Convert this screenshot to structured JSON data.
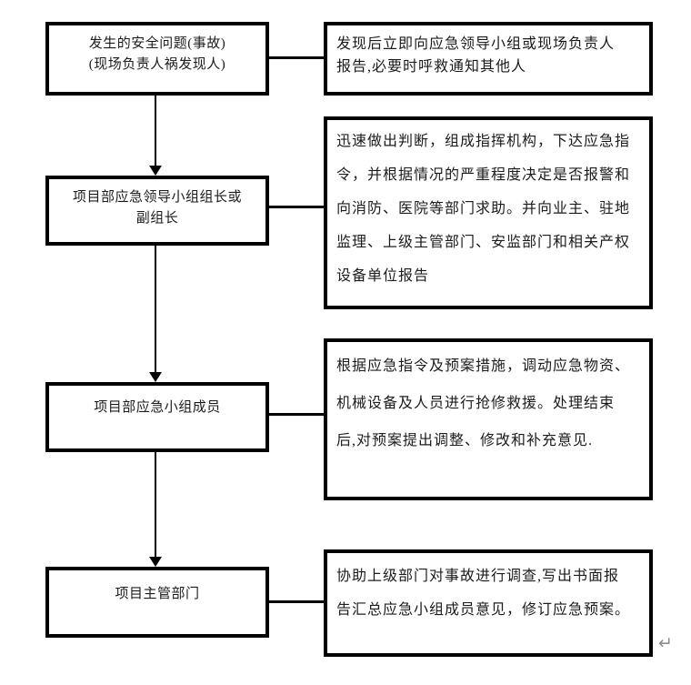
{
  "flow": {
    "steps": [
      {
        "actor": "发生的安全问题(事故)\n(现场负责人祸发现人)",
        "action": "发现后立即向应急领导小组或现场负责人\n报告,必要时呼救通知其他人"
      },
      {
        "actor": "项目部应急领导小组组长或\n副组长",
        "action": "迅速做出判断，组成指挥机构，下达应急指\n令，并根据情况的严重程度决定是否报警和\n向消防、医院等部门求助。并向业主、驻地\n监理、上级主管部门、安监部门和相关产权\n设备单位报告"
      },
      {
        "actor": "项目部应急小组成员",
        "action": "根据应急指令及预案措施，调动应急物资、\n机械设备及人员进行抢修救援。处理结束\n后,对预案提出调整、修改和补充意见."
      },
      {
        "actor": "项目主管部门",
        "action": "协助上级部门对事故进行调查,写出书面报\n告汇总应急小组成员意见，修订应急预案。"
      }
    ],
    "paragraph_mark": "↵"
  },
  "colors": {
    "line": "#000000",
    "text": "#1c1c1c",
    "mark": "#8c8c8c"
  }
}
